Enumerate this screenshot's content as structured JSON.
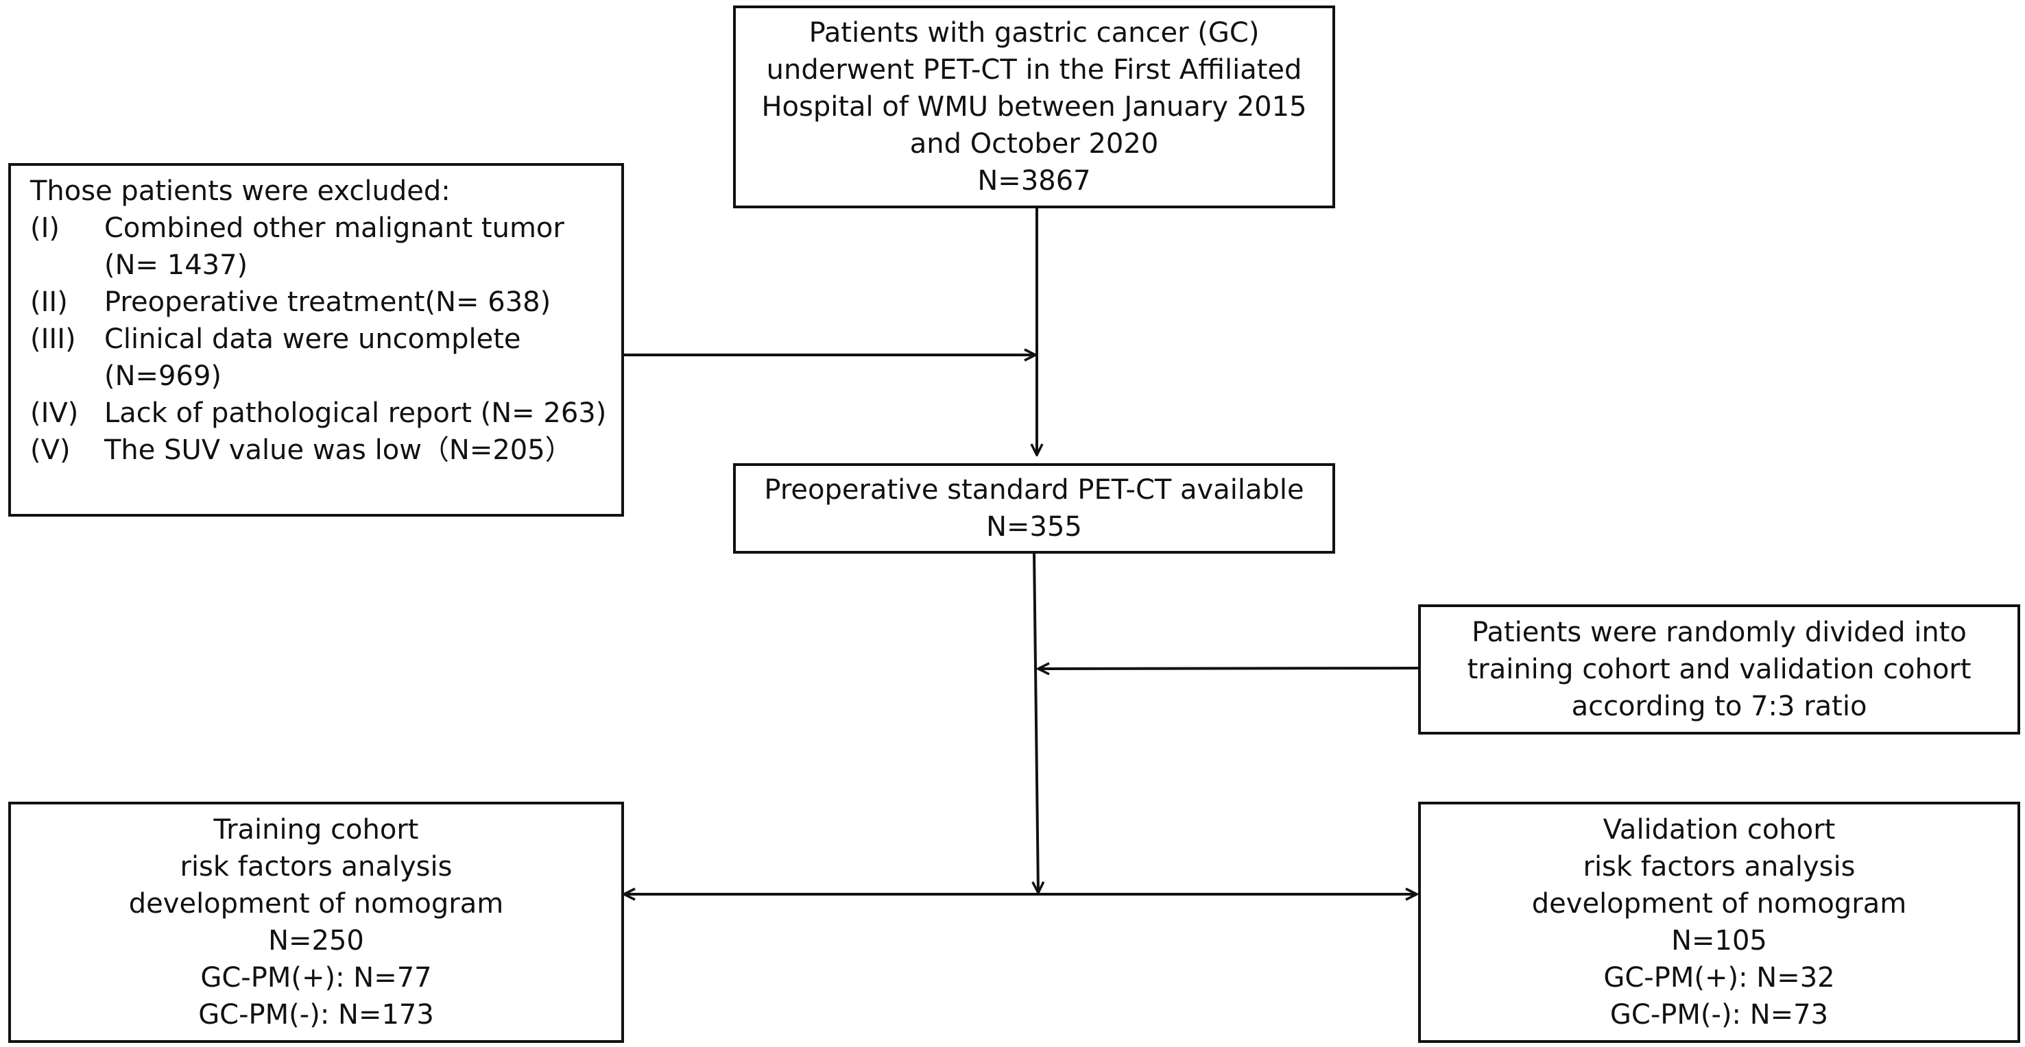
{
  "boxes": {
    "source": {
      "lines": [
        "Patients with gastric cancer (GC)",
        "underwent PET-CT in the First Affiliated",
        "Hospital of WMU between January 2015",
        "and October 2020",
        "N=3867"
      ]
    },
    "excluded": {
      "title": "Those patients were excluded:",
      "items": [
        {
          "num": "(I)",
          "lines": [
            "Combined other malignant tumor",
            "(N= 1437)"
          ]
        },
        {
          "num": "(II)",
          "lines": [
            "Preoperative treatment(N= 638)"
          ]
        },
        {
          "num": "(III)",
          "lines": [
            "Clinical data were uncomplete",
            "(N=969)"
          ]
        },
        {
          "num": "(IV)",
          "lines": [
            "Lack of pathological report (N= 263)"
          ]
        },
        {
          "num": "(V)",
          "lines": [
            "The SUV value was low（N=205）"
          ]
        }
      ]
    },
    "available": {
      "lines": [
        "Preoperative standard PET-CT available",
        "N=355"
      ]
    },
    "randomization": {
      "lines": [
        "Patients were randomly divided into",
        "training cohort and validation cohort",
        "according to 7:3 ratio"
      ]
    },
    "training": {
      "lines": [
        "Training cohort",
        "risk factors analysis",
        "development of nomogram",
        "N=250",
        "GC-PM(+): N=77",
        "GC-PM(-): N=173"
      ]
    },
    "validation": {
      "lines": [
        "Validation cohort",
        "risk factors analysis",
        "development of nomogram",
        "N=105",
        "GC-PM(+): N=32",
        "GC-PM(-): N=73"
      ]
    }
  }
}
